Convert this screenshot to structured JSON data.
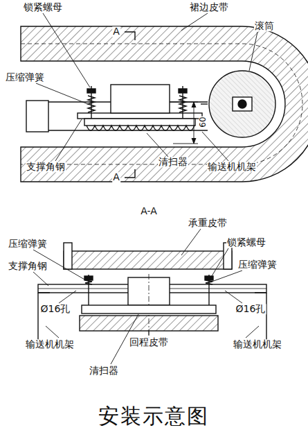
{
  "diagram": {
    "title": "安装示意图",
    "labels": [
      "锁紧螺母",
      "A",
      "裙边皮带",
      "滚筒",
      "压缩弹簧",
      "60",
      "支撑角钢",
      "清扫器",
      "输送机机架",
      "A",
      "A-A",
      "承重皮带",
      "压缩弹簧",
      "锁紧螺母",
      "支撑角钢",
      "压缩弹簧",
      "Ø16孔",
      "Ø16孔",
      "输送机机架",
      "回程皮带",
      "输送机机架",
      "清扫器"
    ]
  }
}
